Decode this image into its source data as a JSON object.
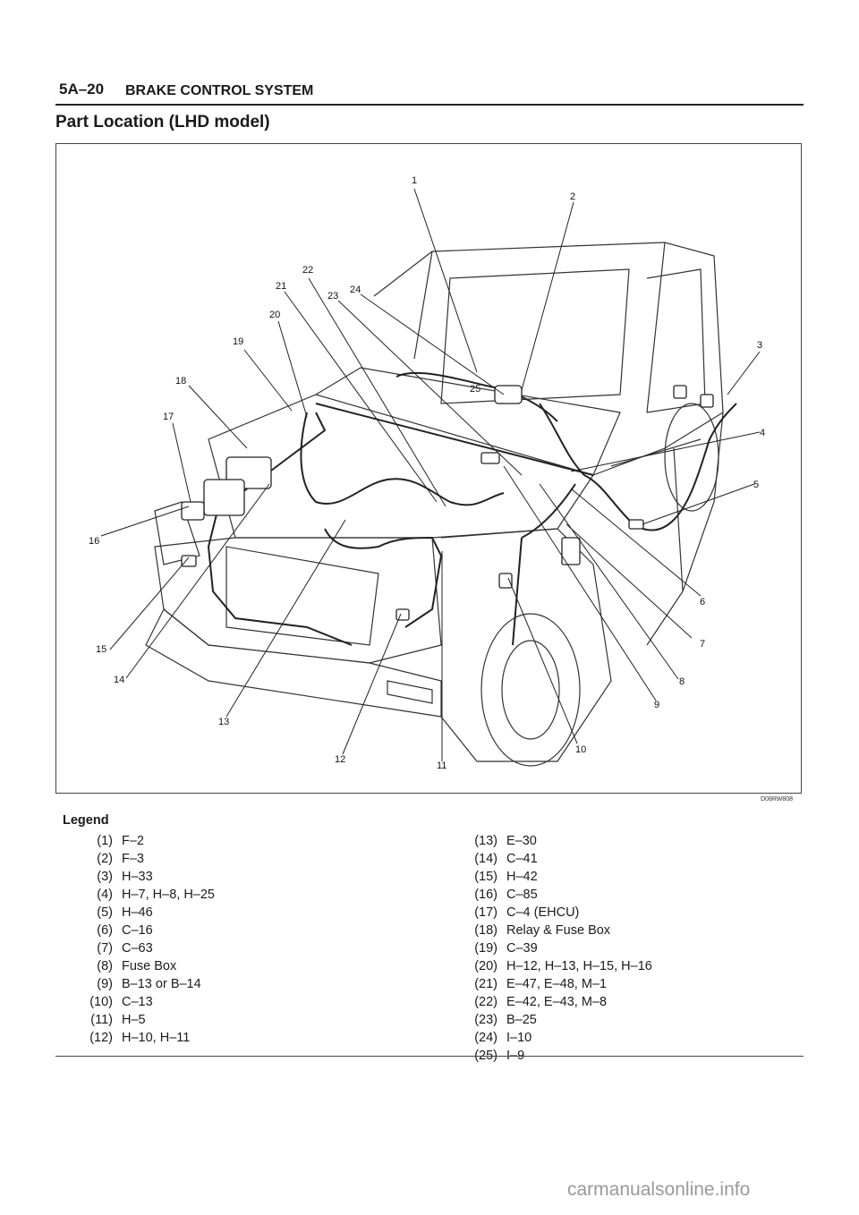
{
  "header": {
    "code": "5A–20",
    "title": "BRAKE CONTROL SYSTEM"
  },
  "section_title": "Part Location (LHD model)",
  "figure": {
    "code": "D08RW808",
    "callouts": [
      "1",
      "2",
      "3",
      "4",
      "5",
      "6",
      "7",
      "8",
      "9",
      "10",
      "11",
      "12",
      "13",
      "14",
      "15",
      "16",
      "17",
      "18",
      "19",
      "20",
      "21",
      "22",
      "23",
      "24",
      "25"
    ]
  },
  "legend": {
    "title": "Legend",
    "left": [
      {
        "num": "(1)",
        "value": "F–2"
      },
      {
        "num": "(2)",
        "value": "F–3"
      },
      {
        "num": "(3)",
        "value": "H–33"
      },
      {
        "num": "(4)",
        "value": "H–7, H–8, H–25"
      },
      {
        "num": "(5)",
        "value": "H–46"
      },
      {
        "num": "(6)",
        "value": "C–16"
      },
      {
        "num": "(7)",
        "value": "C–63"
      },
      {
        "num": "(8)",
        "value": "Fuse Box"
      },
      {
        "num": "(9)",
        "value": "B–13 or B–14"
      },
      {
        "num": "(10)",
        "value": "C–13"
      },
      {
        "num": "(11)",
        "value": "H–5"
      },
      {
        "num": "(12)",
        "value": "H–10, H–11"
      }
    ],
    "right": [
      {
        "num": "(13)",
        "value": "E–30"
      },
      {
        "num": "(14)",
        "value": "C–41"
      },
      {
        "num": "(15)",
        "value": "H–42"
      },
      {
        "num": "(16)",
        "value": "C–85"
      },
      {
        "num": "(17)",
        "value": "C–4 (EHCU)"
      },
      {
        "num": "(18)",
        "value": "Relay & Fuse Box"
      },
      {
        "num": "(19)",
        "value": "C–39"
      },
      {
        "num": "(20)",
        "value": "H–12, H–13, H–15, H–16"
      },
      {
        "num": "(21)",
        "value": "E–47, E–48, M–1"
      },
      {
        "num": "(22)",
        "value": "E–42, E–43, M–8"
      },
      {
        "num": "(23)",
        "value": "B–25"
      },
      {
        "num": "(24)",
        "value": "I–10"
      },
      {
        "num": "(25)",
        "value": "I–9"
      }
    ]
  },
  "watermark": "carmanualsonline.info"
}
